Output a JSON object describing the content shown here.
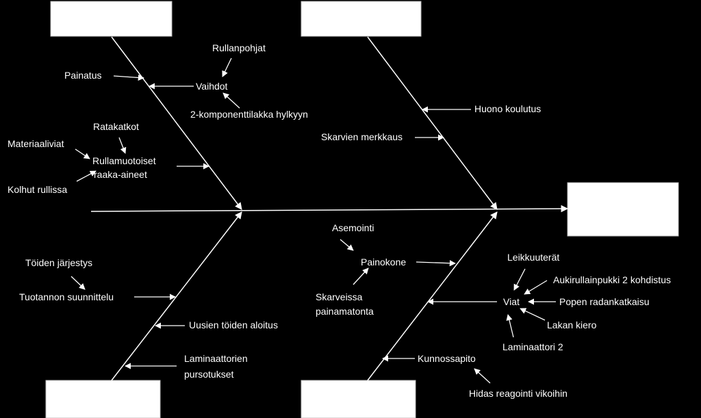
{
  "category_boxes": [
    "",
    "",
    "",
    ""
  ],
  "effect_box": "",
  "causes": {
    "painatus": "Painatus",
    "rullanpohjat": "Rullanpohjat",
    "vaihdot": "Vaihdot",
    "komponenttilakka": "2-komponenttilakka hylkyyn",
    "ratakatkot": "Ratakatkot",
    "materiaaliviat": "Materiaaliviat",
    "rullamuotoiset_1": "Rullamuotoiset",
    "rullamuotoiset_2": "raaka-aineet",
    "kolhut": "Kolhut rullissa",
    "huono_koulutus": "Huono koulutus",
    "skarvien_merkkaus": "Skarvien merkkaus",
    "toiden_jarjestys": "Töiden järjestys",
    "tuotannon_suunnittelu": "Tuotannon suunnittelu",
    "uusien_toiden_aloitus": "Uusien töiden aloitus",
    "laminaattorien_1": "Laminaattorien",
    "laminaattorien_2": "pursotukset",
    "asemointi": "Asemointi",
    "painokone": "Painokone",
    "skarveissa_1": "Skarveissa",
    "skarveissa_2": "painamatonta",
    "leikkuuterat": "Leikkuuterät",
    "aukirullainpukki": "Aukirullainpukki 2 kohdistus",
    "viat": "Viat",
    "popen_radankatkaisu": "Popen radankatkaisu",
    "lakan_kiero": "Lakan kiero",
    "laminaattori_2": "Laminaattori 2",
    "kunnossapito": "Kunnossapito",
    "hidas_reagointi": "Hidas reagointi vikoihin"
  }
}
